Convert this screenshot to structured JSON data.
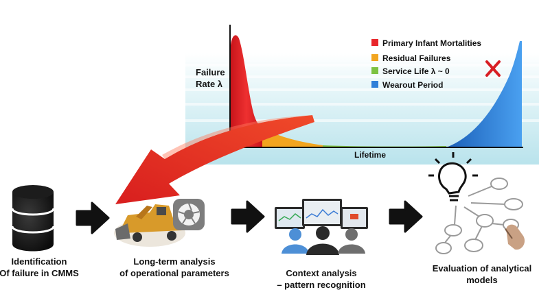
{
  "chart": {
    "y_label_line1": "Failure",
    "y_label_line2": "Rate λ",
    "x_label": "Lifetime",
    "legend": [
      {
        "label": "Primary Infant Mortalities",
        "color": "#e8262b"
      },
      {
        "label": "Residual Failures",
        "color": "#f2a51f"
      },
      {
        "label": "Service Life λ ~ 0",
        "color": "#7dc242"
      },
      {
        "label": "Wearout Period",
        "color": "#2f7fd8"
      }
    ],
    "wearout_marker": "cross-icon"
  },
  "steps": [
    {
      "icon": "database-icon",
      "line1": "Identification",
      "line2": "Of failure in CMMS"
    },
    {
      "icon": "mining-loader-icon",
      "line1": "Long-term analysis",
      "line2": "of operational parameters"
    },
    {
      "icon": "analysts-monitors-icon",
      "line1": "Context analysis",
      "line2": "– pattern recognition"
    },
    {
      "icon": "lightbulb-network-icon",
      "line1": "Evaluation of analytical",
      "line2": "models"
    }
  ],
  "colors": {
    "feedback_arrow": "#e42a22",
    "flow_arrow": "#111111",
    "chart_band": "#cfeef4"
  }
}
